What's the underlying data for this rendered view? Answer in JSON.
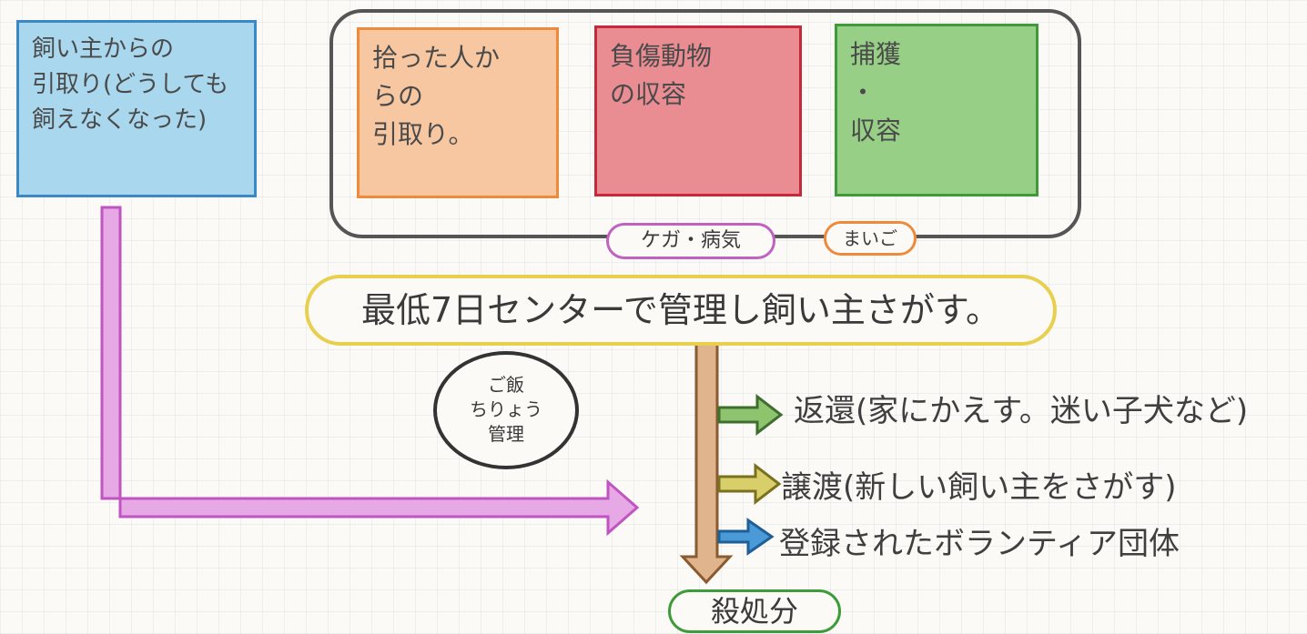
{
  "boxes": {
    "source": "飼い主からの\n引取り(どうしても飼えなくなった)",
    "pickup": "拾った人か\nらの\n引取り。",
    "injured": "負傷動物\nの収容",
    "capture": "捕獲\n・\n収容"
  },
  "tags": {
    "injured": "ケガ・病気",
    "capture": "まいご"
  },
  "main": "最低7日センターで管理し飼い主さがす。",
  "bubble": "ご飯\nちりょう\n管理",
  "outcomes": [
    "返還(家にかえす。迷い子犬など)",
    "譲渡(新しい飼い主をさがす)",
    "登録されたボランティア団体"
  ],
  "end": "殺処分",
  "colors": {
    "blue": "#a9d8ee",
    "orange": "#f7c7a2",
    "red": "#ea8d92",
    "green": "#97cf86",
    "yellow": "#e8cf4d",
    "magenta": "#d985d9",
    "tan": "#d9a77e"
  }
}
